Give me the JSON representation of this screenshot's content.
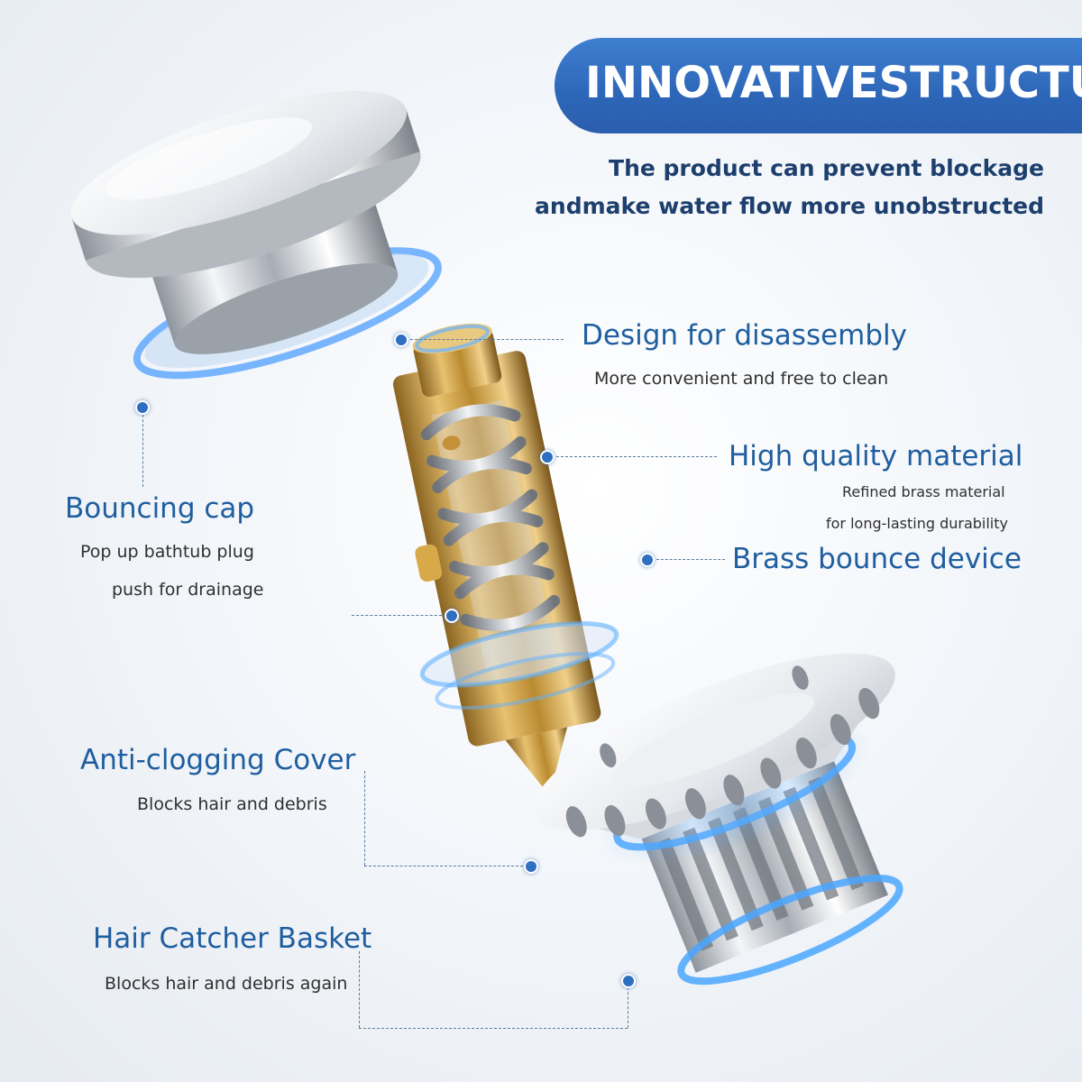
{
  "banner": {
    "title": "INNOVATIVESTRUCTUR"
  },
  "intro": {
    "line1": "The product can prevent blockage",
    "line2": "andmake water flow more unobstructed"
  },
  "features": {
    "design": {
      "title": "Design for disassembly",
      "desc": "More convenient and free to clean"
    },
    "material": {
      "title": "High quality material",
      "desc1": "Refined brass material",
      "desc2": "for long-lasting durability"
    },
    "bounce": {
      "title": "Brass bounce device"
    },
    "cap": {
      "title": "Bouncing cap",
      "desc1": "Pop up bathtub plug",
      "desc2": "push for drainage"
    },
    "cover": {
      "title": "Anti-clogging Cover",
      "desc": "Blocks hair and debris"
    },
    "basket": {
      "title": "Hair Catcher Basket",
      "desc": "Blocks hair and debris again"
    }
  },
  "colors": {
    "banner": "#2d66b8",
    "label": "#1f5e9f",
    "brass": "#c99a3a",
    "chrome": "#c8ccd2",
    "glow": "#4da3ff"
  }
}
